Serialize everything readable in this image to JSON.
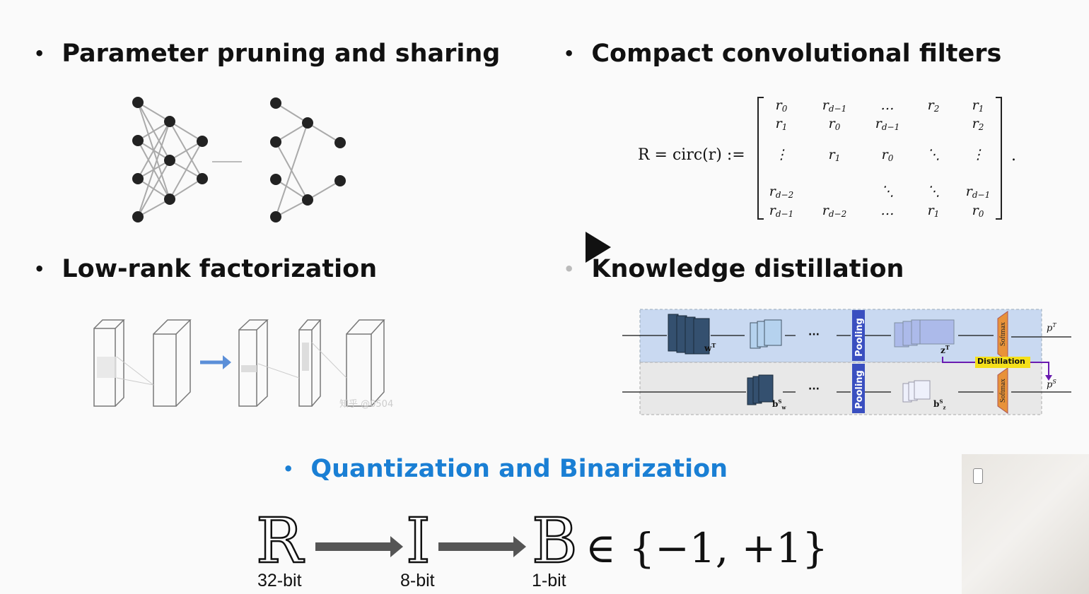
{
  "sections": {
    "pruning": {
      "bullet": "•",
      "title": "Parameter pruning and sharing"
    },
    "compact": {
      "bullet": "•",
      "title": "Compact convolutional filters"
    },
    "lowrank": {
      "bullet": "•",
      "title": "Low-rank factorization",
      "watermark": "知乎 @0504"
    },
    "distill": {
      "bullet": "•",
      "title": "Knowledge distillation",
      "pooling": "Pooling",
      "softmax": "Softmax",
      "distillation": "Distillation",
      "teacher_weight": "w",
      "teacher_weight_sup": "T",
      "teacher_z": "z",
      "teacher_z_sup": "T",
      "student_bw": "b",
      "student_bw_sup": "S",
      "student_bw_sub": "w",
      "student_bz": "b",
      "student_bz_sup": "S",
      "student_bz_sub": "z",
      "p_teacher": "p",
      "p_teacher_sup": "T",
      "p_student": "p",
      "p_student_sup": "S",
      "dots": "···"
    },
    "quant": {
      "bullet": "•",
      "title": "Quantization and Binarization"
    }
  },
  "matrix": {
    "lhs": "R = circ(r) :=",
    "period": ".",
    "rows": [
      [
        [
          "r",
          "0"
        ],
        [
          "r",
          "d−1"
        ],
        [
          "…",
          ""
        ],
        [
          "r",
          "2"
        ],
        [
          "r",
          "1"
        ]
      ],
      [
        [
          "r",
          "1"
        ],
        [
          "r",
          "0"
        ],
        [
          "r",
          "d−1"
        ],
        [
          "",
          ""
        ],
        [
          "r",
          "2"
        ]
      ],
      [
        [
          "⋮",
          ""
        ],
        [
          "r",
          "1"
        ],
        [
          "r",
          "0"
        ],
        [
          "⋱",
          ""
        ],
        [
          "⋮",
          ""
        ]
      ],
      [
        [
          "r",
          "d−2"
        ],
        [
          "",
          ""
        ],
        [
          "⋱",
          ""
        ],
        [
          "⋱",
          ""
        ],
        [
          "r",
          "d−1"
        ]
      ],
      [
        [
          "r",
          "d−1"
        ],
        [
          "r",
          "d−2"
        ],
        [
          "…",
          ""
        ],
        [
          "r",
          "1"
        ],
        [
          "r",
          "0"
        ]
      ]
    ]
  },
  "quantization": {
    "real_symbol": "R",
    "int_symbol": "I",
    "bin_symbol": "B",
    "set_expr": "∈ {−1, +1}",
    "label_32": "32-bit",
    "label_8": "8-bit",
    "label_1": "1-bit"
  },
  "colors": {
    "accent_blue": "#1a7fd4",
    "pooling_blue": "#3a4fc0",
    "softmax_orange": "#e8923a",
    "distill_yellow": "#f5e01a",
    "distill_purple": "#6a1bb0"
  },
  "icons": {
    "play": "play-icon"
  }
}
